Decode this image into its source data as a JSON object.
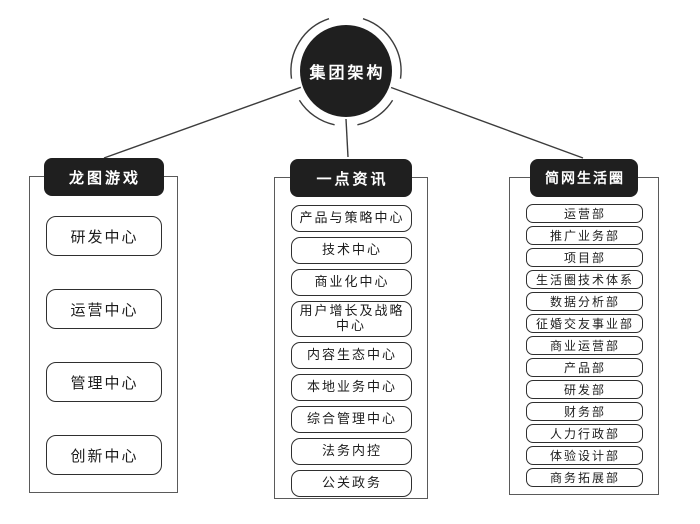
{
  "root": {
    "label": "集团架构"
  },
  "branches": [
    {
      "name": "龙图游戏",
      "items": [
        "研发中心",
        "运营中心",
        "管理中心",
        "创新中心"
      ]
    },
    {
      "name": "一点资讯",
      "items": [
        "产品与策略中心",
        "技术中心",
        "商业化中心",
        "用户增长及战略中心",
        "内容生态中心",
        "本地业务中心",
        "综合管理中心",
        "法务内控",
        "公关政务"
      ]
    },
    {
      "name": "简网生活圈",
      "items": [
        "运营部",
        "推广业务部",
        "项目部",
        "生活圈技术体系",
        "数据分析部",
        "征婚交友事业部",
        "商业运营部",
        "产品部",
        "研发部",
        "财务部",
        "人力行政部",
        "体验设计部",
        "商务拓展部"
      ]
    }
  ],
  "colors": {
    "node_fill": "#1f1f1f",
    "node_text": "#ffffff",
    "box_border": "#2f2f2f",
    "container_border": "#5a5a5a",
    "line": "#3c3c3c",
    "item_text": "#1c1c1c",
    "background": "#ffffff"
  }
}
